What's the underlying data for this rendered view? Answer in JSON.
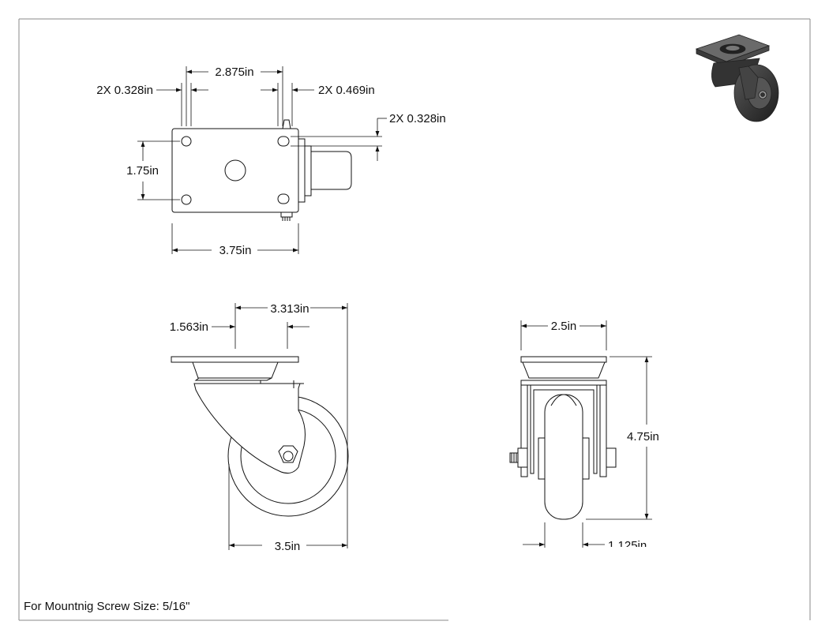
{
  "drawing": {
    "top_view": {
      "dim_hole_spacing_x": "2.875in",
      "dim_left_hole": "2X 0.328in",
      "dim_right_slot": "2X 0.469in",
      "dim_slot_height": "2X 0.328in",
      "dim_hole_spacing_y": "1.75in",
      "dim_plate_width": "3.75in"
    },
    "side_view": {
      "dim_offset": "1.563in",
      "dim_overall_length": "3.313in",
      "dim_wheel_diameter": "3.5in"
    },
    "front_view": {
      "dim_plate_width": "2.5in",
      "dim_overall_height": "4.75in",
      "dim_wheel_width": "1.125in"
    },
    "note": "For Mountnig Screw Size: 5/16\""
  }
}
